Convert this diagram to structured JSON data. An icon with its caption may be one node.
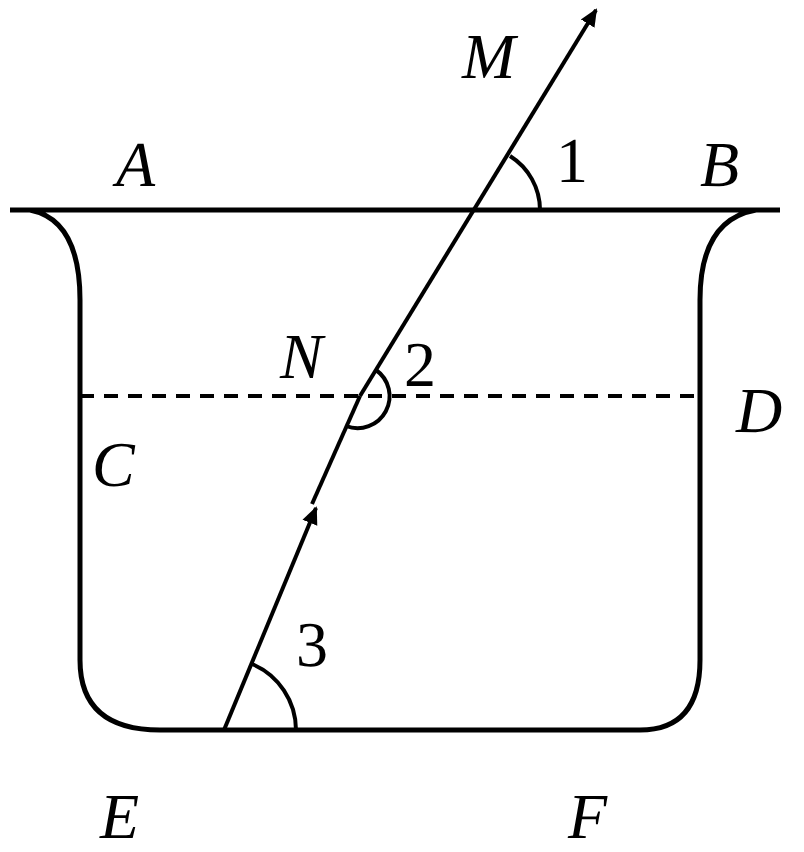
{
  "diagram": {
    "labels": [
      "M",
      "A",
      "1",
      "B",
      "N",
      "2",
      "C",
      "D",
      "3",
      "E",
      "F"
    ]
  }
}
